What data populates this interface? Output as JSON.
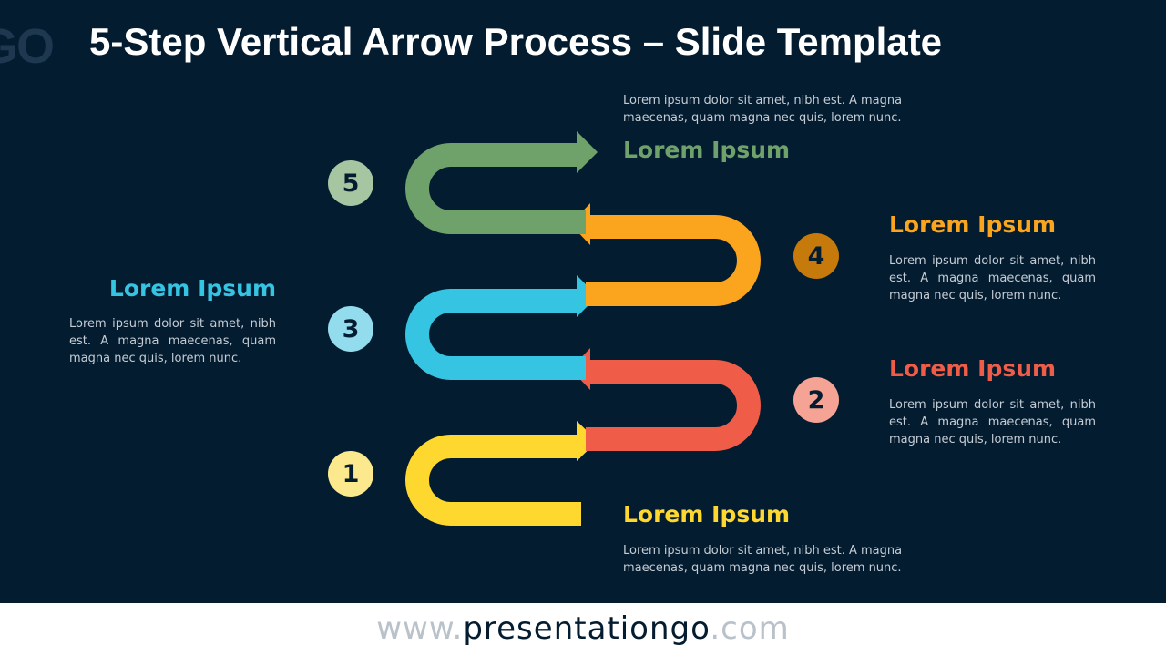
{
  "title": "5-Step Vertical Arrow Process – Slide Template",
  "logo_text": "GO",
  "steps": [
    {
      "number": "1",
      "heading": "Lorem Ipsum",
      "text": "Lorem ipsum dolor sit amet, nibh est. A magna maecenas, quam magna nec quis, lorem nunc.",
      "color": "#fed72f",
      "circle_color": "#fde98d"
    },
    {
      "number": "2",
      "heading": "Lorem Ipsum",
      "text": "Lorem ipsum dolor sit amet, nibh est. A magna maecenas, quam magna nec quis, lorem nunc.",
      "color": "#ef5c47",
      "circle_color": "#f4a394"
    },
    {
      "number": "3",
      "heading": "Lorem Ipsum",
      "text": "Lorem ipsum dolor sit amet, nibh est. A magna maecenas, quam magna nec quis, lorem nunc.",
      "color": "#36c4e3",
      "circle_color": "#93dcee"
    },
    {
      "number": "4",
      "heading": "Lorem Ipsum",
      "text": "Lorem ipsum dolor sit amet, nibh est. A magna maecenas, quam magna nec quis, lorem nunc.",
      "color": "#fba51f",
      "circle_color": "#c57a0b"
    },
    {
      "number": "5",
      "heading": "Lorem Ipsum",
      "text": "Lorem ipsum dolor sit amet, nibh est. A magna maecenas, quam magna nec quis, lorem nunc.",
      "color": "#6ea26a",
      "circle_color": "#a6c6a2"
    }
  ],
  "footer": {
    "prefix": "www.",
    "domain": "presentationgo",
    "suffix": ".com"
  }
}
